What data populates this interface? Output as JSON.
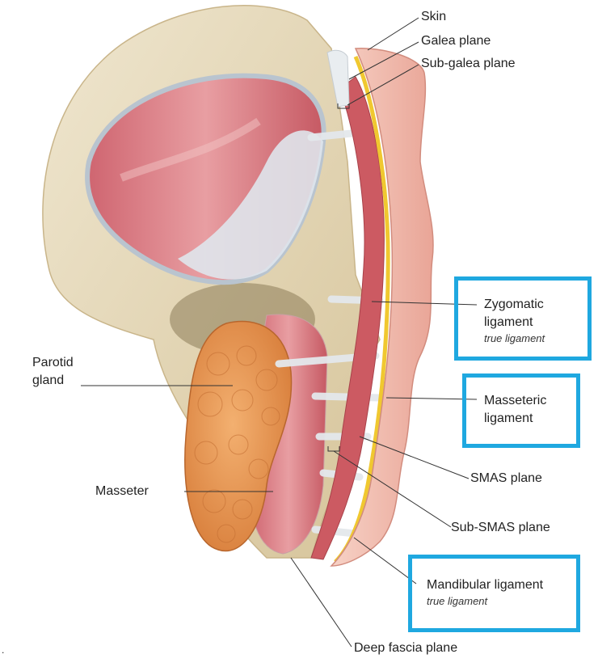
{
  "labels": {
    "skin": "Skin",
    "galea_plane": "Galea plane",
    "sub_galea_plane": "Sub-galea plane",
    "zygomatic_ligament": "Zygomatic",
    "zygomatic_ligament_2": "ligament",
    "zygomatic_note": "true ligament",
    "parotid_gland": "Parotid",
    "parotid_gland_2": "gland",
    "masseteric_ligament": "Masseteric",
    "masseteric_ligament_2": "ligament",
    "masseter": "Masseter",
    "smas_plane": "SMAS plane",
    "sub_smas_plane": "Sub-SMAS plane",
    "mandibular_ligament": "Mandibular ligament",
    "mandibular_note": "true ligament",
    "deep_fascia_plane": "Deep fascia plane",
    "corner_mark": "."
  },
  "colors": {
    "highlight_box": "#1fa8e0",
    "bone": "#e8dcc0",
    "muscle": "#d9737a",
    "parotid": "#e8964f",
    "skin": "#f2b4a6",
    "fat": "#f0c830"
  }
}
